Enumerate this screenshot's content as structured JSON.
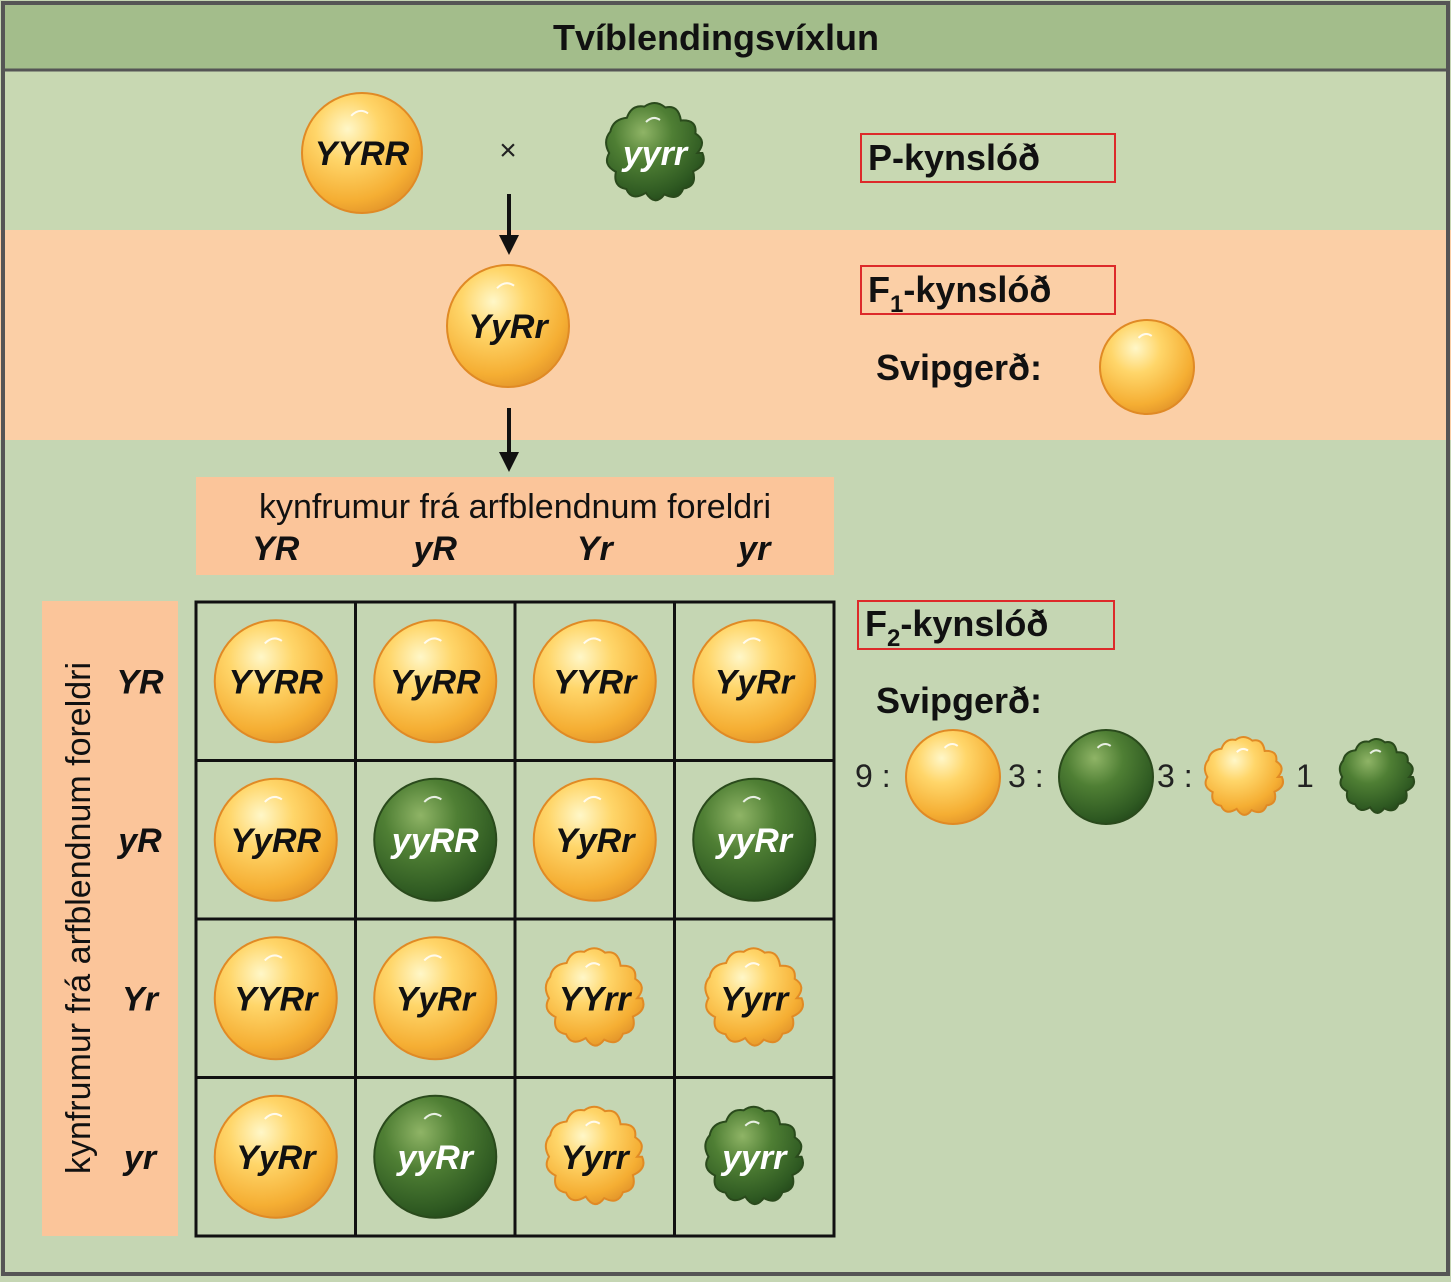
{
  "title": "Tvíblendingsvíxlun",
  "cross_symbol": "×",
  "p_generation": {
    "label": "P-kynslóð",
    "parent1": "YYRR",
    "parent2": "yyrr"
  },
  "f1_generation": {
    "label_prefix": "F",
    "label_sub": "1",
    "label_suffix": "-kynslóð",
    "genotype": "YyRr",
    "phenotype_label": "Svipgerð:"
  },
  "gametes_header": "kynfrumur frá arfblendnum foreldri",
  "gametes_side": "kynfrumur frá arfblendnum foreldri",
  "column_gametes": [
    "YR",
    "yR",
    "Yr",
    "yr"
  ],
  "row_gametes": [
    "YR",
    "yR",
    "Yr",
    "yr"
  ],
  "punnett": [
    [
      {
        "g": "YYRR",
        "color": "yellow",
        "shape": "round"
      },
      {
        "g": "YyRR",
        "color": "yellow",
        "shape": "round"
      },
      {
        "g": "YYRr",
        "color": "yellow",
        "shape": "round"
      },
      {
        "g": "YyRr",
        "color": "yellow",
        "shape": "round"
      }
    ],
    [
      {
        "g": "YyRR",
        "color": "yellow",
        "shape": "round"
      },
      {
        "g": "yyRR",
        "color": "green",
        "shape": "round"
      },
      {
        "g": "YyRr",
        "color": "yellow",
        "shape": "round"
      },
      {
        "g": "yyRr",
        "color": "green",
        "shape": "round"
      }
    ],
    [
      {
        "g": "YYRr",
        "color": "yellow",
        "shape": "round"
      },
      {
        "g": "YyRr",
        "color": "yellow",
        "shape": "round"
      },
      {
        "g": "YYrr",
        "color": "yellow",
        "shape": "wrinkled"
      },
      {
        "g": "Yyrr",
        "color": "yellow",
        "shape": "wrinkled"
      }
    ],
    [
      {
        "g": "YyRr",
        "color": "yellow",
        "shape": "round"
      },
      {
        "g": "yyRr",
        "color": "green",
        "shape": "round"
      },
      {
        "g": "Yyrr",
        "color": "yellow",
        "shape": "wrinkled"
      },
      {
        "g": "yyrr",
        "color": "green",
        "shape": "wrinkled"
      }
    ]
  ],
  "f2_generation": {
    "label_prefix": "F",
    "label_sub": "2",
    "label_suffix": "-kynslóð",
    "phenotype_label": "Svipgerð:",
    "ratio": [
      {
        "label": "9 :",
        "color": "yellow",
        "shape": "round"
      },
      {
        "label": "3 :",
        "color": "green",
        "shape": "round"
      },
      {
        "label": "3 :",
        "color": "yellow",
        "shape": "wrinkled"
      },
      {
        "label": "1",
        "color": "green",
        "shape": "wrinkled"
      }
    ]
  },
  "colors": {
    "background": "#c5d6b3",
    "title_bar": "#a3bd8b",
    "f1_band": "#fbcfa6",
    "label_box": "#fbc59a",
    "red_box": "#dd2a2a",
    "yellow_pea": "#f6b73c",
    "green_pea": "#3d6a2a"
  }
}
